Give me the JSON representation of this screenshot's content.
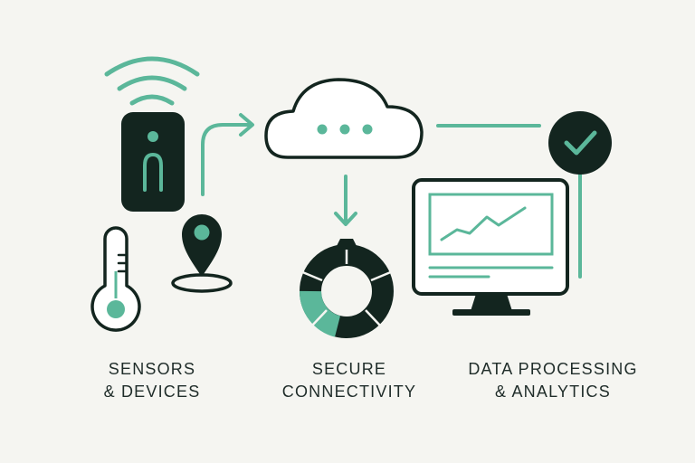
{
  "colors": {
    "background": "#f5f5f1",
    "dark": "#13251f",
    "accent": "#5bb79a",
    "text": "#1f2c29"
  },
  "icons": [
    "wifi-icon",
    "sensor-device-icon",
    "location-pin-icon",
    "thermometer-icon",
    "cloud-icon",
    "connectivity-ring-icon",
    "check-circle-icon",
    "monitor-chart-icon"
  ],
  "labels": {
    "sensors": {
      "line1": "SENSORS",
      "line2": "& DEVICES"
    },
    "secure": {
      "line1": "SECURE",
      "line2": "CONNECTIVITY"
    },
    "data": {
      "line1": "DATA PROCESSING",
      "line2": "& ANALYTICS"
    }
  }
}
